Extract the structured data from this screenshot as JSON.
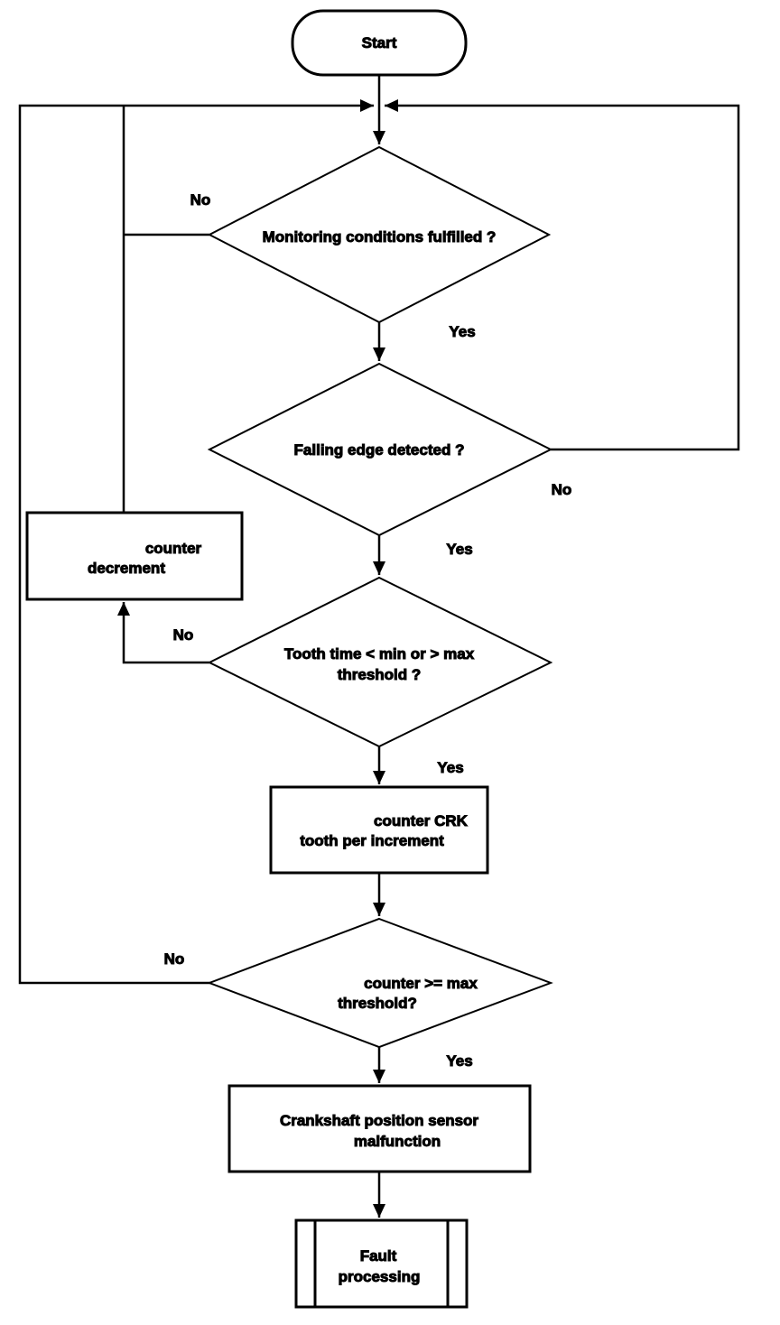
{
  "diagram": {
    "description": "Crankshaft position sensor monitoring flowchart",
    "colors": {
      "line": "#000000",
      "background": "#ffffff"
    },
    "nodes": {
      "start": {
        "type": "terminator",
        "label": "Start"
      },
      "monitoring": {
        "type": "decision",
        "label": "Monitoring conditions fulfilled ?"
      },
      "falling_edge": {
        "type": "decision",
        "label": "Falling edge detected ?"
      },
      "tooth_time": {
        "type": "decision",
        "label_line1": "Tooth time < min or > max",
        "label_line2": "threshold ?"
      },
      "counter_decrement": {
        "type": "process",
        "label_line1": "counter",
        "label_line2": "decrement"
      },
      "counter_crk": {
        "type": "process",
        "label_line1": "counter CRK",
        "label_line2": "tooth per increment"
      },
      "counter_max": {
        "type": "decision",
        "label_line1": "counter >= max",
        "label_line2": "threshold?"
      },
      "crankshaft_malfunction": {
        "type": "process",
        "label_line1": "Crankshaft position sensor",
        "label_line2": "malfunction"
      },
      "fault_processing": {
        "type": "predefined-process",
        "label_line1": "Fault",
        "label_line2": "processing"
      }
    },
    "edge_labels": {
      "monitoring_no": "No",
      "monitoring_yes": "Yes",
      "falling_edge_no": "No",
      "falling_edge_yes": "Yes",
      "tooth_time_no": "No",
      "tooth_time_yes": "Yes",
      "counter_max_no": "No",
      "counter_max_yes": "Yes"
    }
  }
}
